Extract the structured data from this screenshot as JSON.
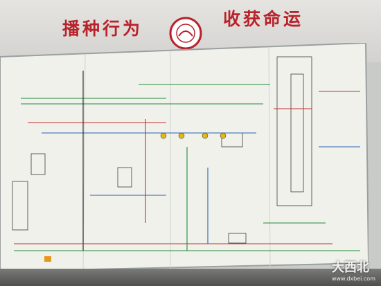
{
  "slogans": {
    "left": "播种行为",
    "right": "收获命运"
  },
  "watermark": {
    "name": "大西北",
    "url": "www.dxbei.com"
  },
  "colors": {
    "slogan_red": "#b8222a",
    "wire_green": "#1d8a3c",
    "wire_red": "#c23030",
    "wire_blue": "#2a5fb0",
    "wire_black": "#222222",
    "board": "#f3f3ee"
  }
}
